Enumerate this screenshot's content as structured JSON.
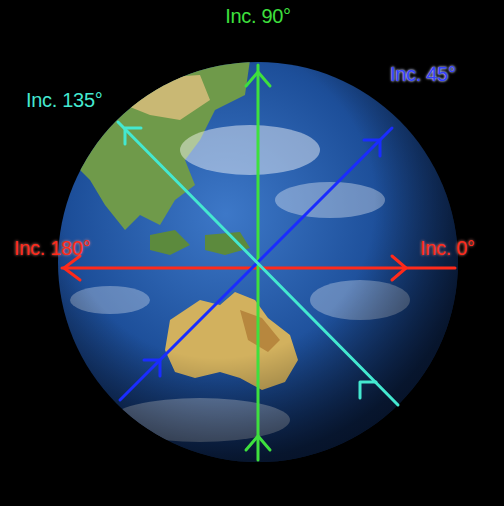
{
  "diagram": {
    "labels": [
      "Inc. 90°",
      "Inc. 135°",
      "Inc. 45°",
      "Inc. 180°",
      "Inc. 0°"
    ]
  }
}
